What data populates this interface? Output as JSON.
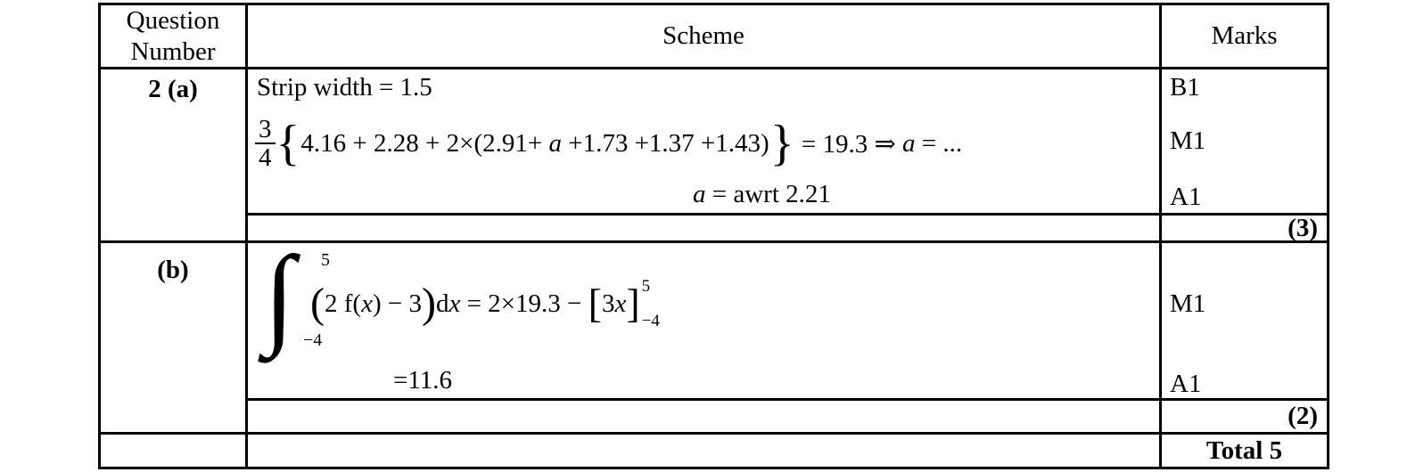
{
  "page": {
    "background": "#ffffff",
    "text_color": "#000000",
    "border_color": "#000000"
  },
  "table": {
    "header": {
      "question_line1": "Question",
      "question_line2": "Number",
      "scheme": "Scheme",
      "marks": "Marks"
    },
    "part_a": {
      "label": "2 (a)",
      "line1": "Strip width = 1.5",
      "formula": {
        "frac_num": "3",
        "frac_den": "4",
        "open_brace": "{",
        "terms_before_a": "4.16 + 2.28 + 2×(2.91+ ",
        "var_a": "a",
        "terms_after_a": " +1.73 +1.37 +1.43)",
        "close_brace": "}",
        "equals_part": " = 19.3 ⇒ ",
        "var_a2": "a",
        "result_part": " = ..."
      },
      "answer_var": "a",
      "answer_rest": " = awrt 2.21",
      "marks": [
        "B1",
        "M1",
        "A1"
      ],
      "subtotal": "(3)"
    },
    "part_b": {
      "label": "(b)",
      "integral": {
        "sign": "∫",
        "upper": "5",
        "lower": "−4"
      },
      "expr": {
        "open_paren": "(",
        "t1": "2 f(",
        "x1": "x",
        "t2": ") − 3",
        "close_paren": ")",
        "d": "d",
        "x2": "x",
        "t3": " = 2×19.3 − ",
        "open_bracket": "[",
        "t4": "3",
        "x3": "x",
        "close_bracket": "]",
        "upper": "5",
        "lower": "−4"
      },
      "line2": "=11.6",
      "marks": [
        "M1",
        "A1"
      ],
      "subtotal": "(2)"
    },
    "total": "Total 5"
  }
}
